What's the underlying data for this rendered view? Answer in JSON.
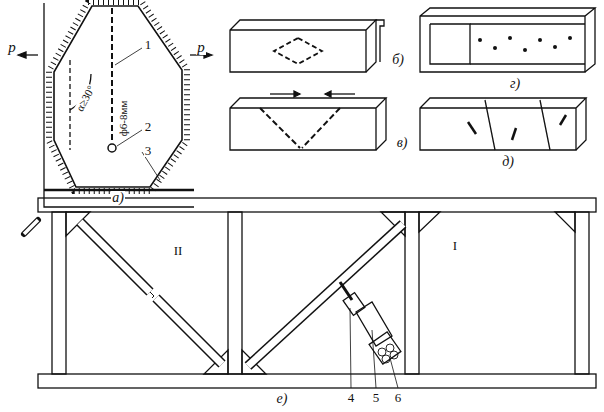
{
  "diagram": {
    "labels": [
      "р",
      "р",
      "α≥30°",
      "ф6-8мм",
      "1",
      "2",
      "3",
      "а)",
      "б)",
      "в)",
      "г)",
      "д)",
      "II",
      "I",
      "4",
      "5",
      "6",
      "е)"
    ]
  }
}
